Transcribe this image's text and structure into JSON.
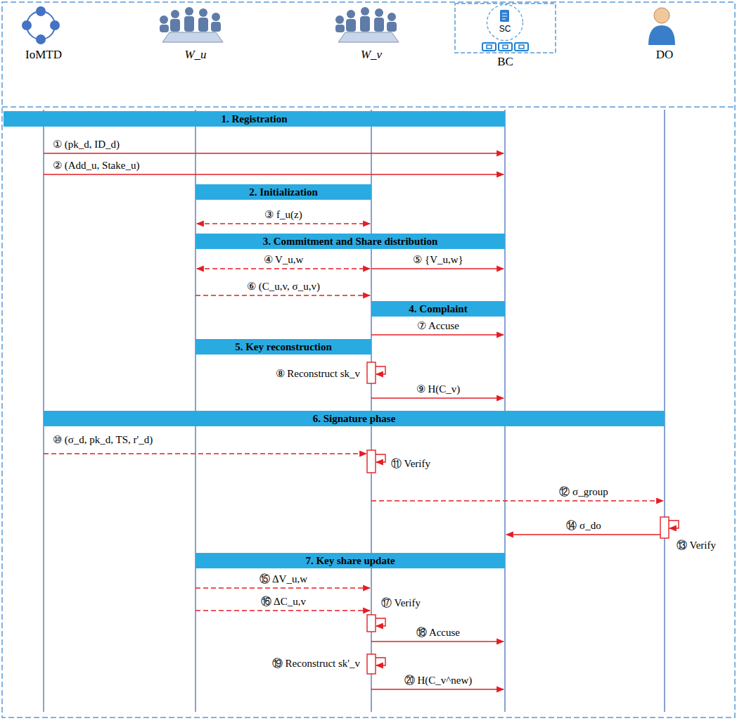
{
  "diagram": {
    "nodes": [
      {
        "text": [
          "IoMTD"
        ]
      },
      {
        "text": [
          "W_u"
        ]
      },
      {
        "text": [
          "W_v"
        ]
      },
      {
        "text": [
          "BC"
        ]
      },
      {
        "text": [
          "SC"
        ],
        "in": 3
      },
      {
        "text": [
          "DO"
        ]
      },
      {
        "text": [
          "1. Registration"
        ]
      },
      {
        "text": [
          "2. Initialization"
        ]
      },
      {
        "text": [
          "3. Commitment and Share distribution"
        ]
      },
      {
        "text": [
          "4. Complaint"
        ]
      },
      {
        "text": [
          "5. Key reconstruction"
        ]
      },
      {
        "text": [
          "6. Signature phase"
        ]
      },
      {
        "text": [
          "7. Key share update"
        ]
      }
    ],
    "labels": [
      "① (pk_d, ID_d)",
      "② (Add_u, Stake_u)",
      "③ f_u(z)",
      "④ V_u,w",
      "⑤ {V_u,w}",
      "⑥ (C_u,v, σ_u,v)",
      "⑦ Accuse",
      "⑧ Reconstruct sk_v",
      "⑨ H(C_v)",
      "⑩ (σ_d, pk_d, TS, r'_d)",
      "⑪ Verify",
      "⑫ σ_group",
      "⑬ Verify",
      "⑭ σ_do",
      "⑮ ΔV_u,w",
      "⑯ ΔC_u,v",
      "⑰ Verify",
      "⑱ Accuse",
      "⑲ Reconstruct sk'_v",
      "⑳ H(C_v^new)"
    ]
  }
}
